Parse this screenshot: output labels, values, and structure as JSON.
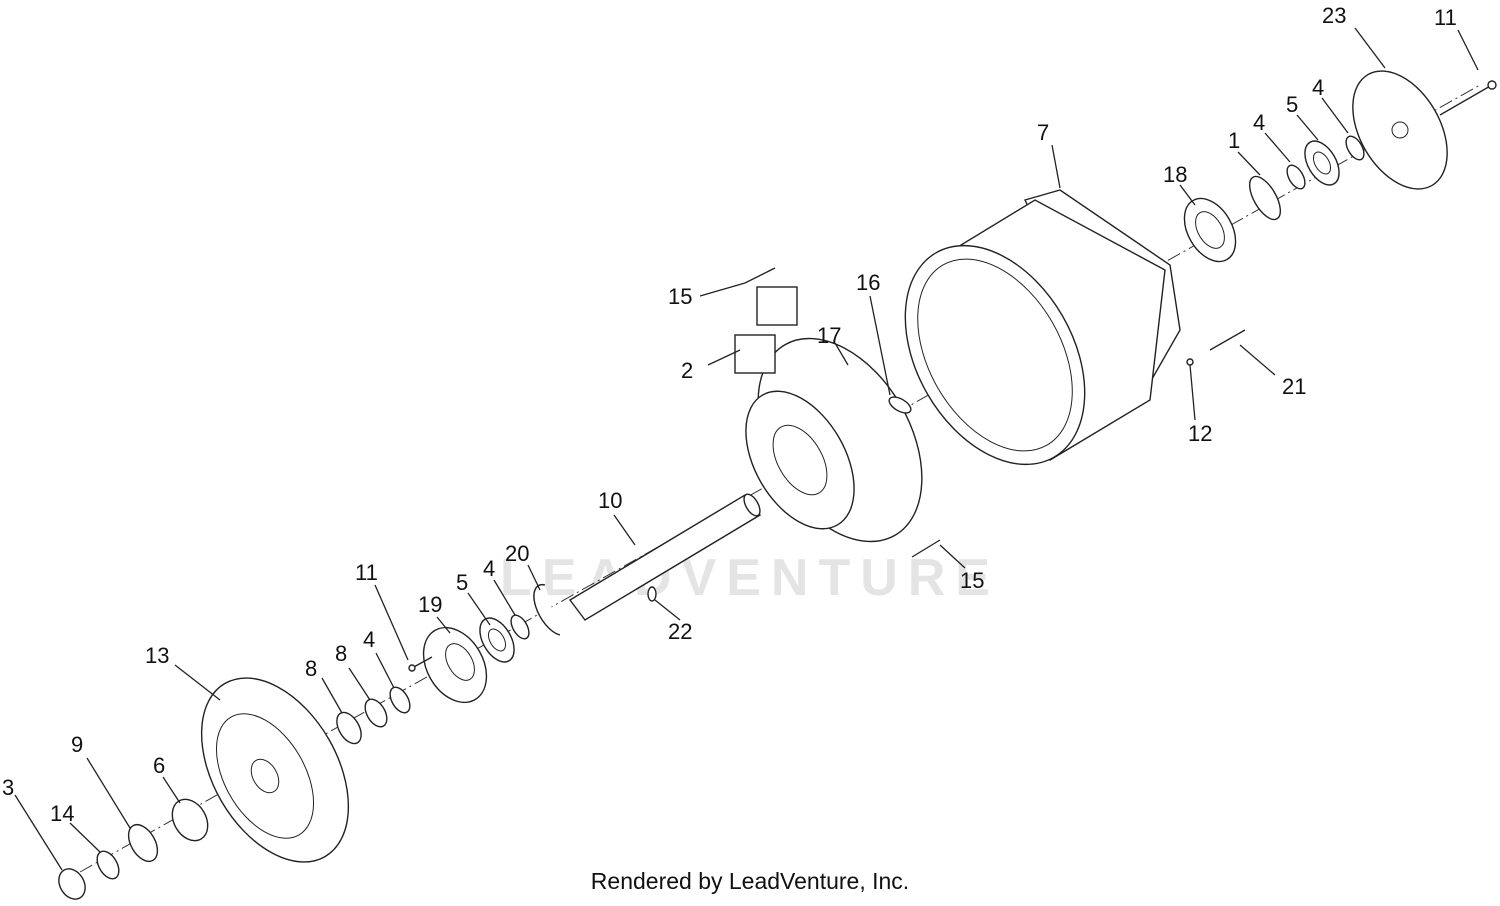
{
  "watermark": "LEADVENTURE",
  "footer": "Rendered by LeadVenture, Inc.",
  "callouts": [
    "23",
    "11",
    "7",
    "1",
    "4",
    "5",
    "4",
    "18",
    "15",
    "16",
    "17",
    "2",
    "21",
    "12",
    "10",
    "20",
    "4",
    "5",
    "19",
    "11",
    "15",
    "22",
    "13",
    "8",
    "8",
    "4",
    "9",
    "6",
    "3",
    "14"
  ]
}
